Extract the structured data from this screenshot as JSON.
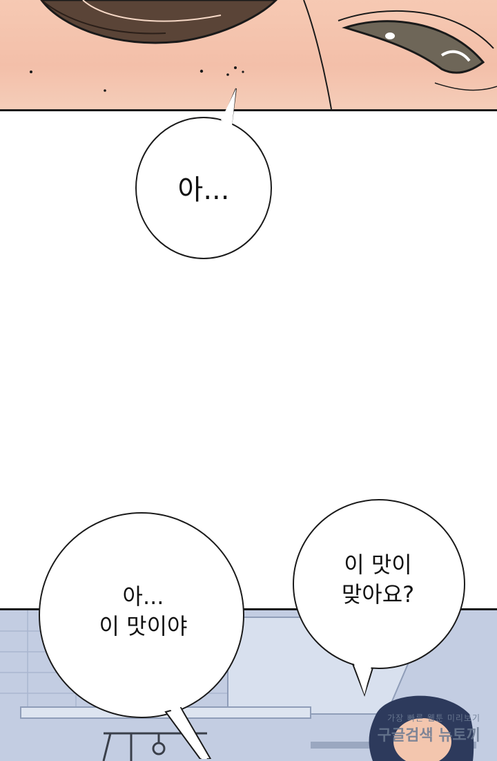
{
  "bubbles": {
    "first": "아...",
    "second_line1": "아...",
    "second_line2": "이 맛이야",
    "third_line1": "이 맛이",
    "third_line2": "맞아요?"
  },
  "watermark": {
    "small": "가장 빠른 웹툰 미리보기",
    "big": "구글검색 뉴토끼"
  },
  "colors": {
    "skin": "#f3bfa9",
    "hair": "#5a4437",
    "kitchen": "#bcc8de",
    "outline": "#1a1a1a"
  }
}
